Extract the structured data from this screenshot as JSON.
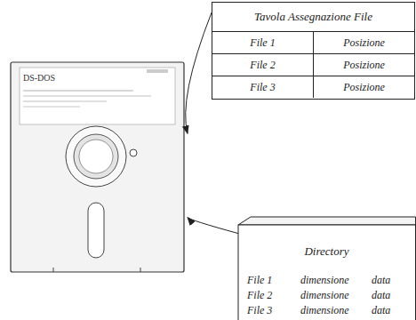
{
  "diagram": {
    "nodes": [
      {
        "text": [
          "DS-DOS"
        ]
      },
      {
        "text": [
          "Tavola Assegnazione File"
        ]
      },
      {
        "text": [
          "Directory"
        ]
      }
    ],
    "edges": [
      {
        "from": 1,
        "to": 0,
        "arrow": "to"
      },
      {
        "from": 2,
        "to": 0,
        "arrow": "to"
      }
    ],
    "labels": [
      "File 1",
      "Posizione",
      "File 2",
      "Posizione",
      "File 3",
      "Posizione",
      "File 1",
      "dimensione",
      "data",
      "File 2",
      "dimensione",
      "data",
      "File 3",
      "dimensione",
      "data"
    ]
  }
}
